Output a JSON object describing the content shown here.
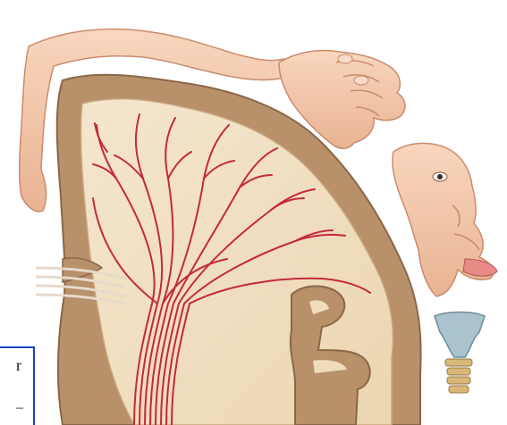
{
  "label_fragment": {
    "line1": "r",
    "line2": "–",
    "border_color": "#1f3fc4"
  },
  "colors": {
    "cortex_gray": "#b38a63",
    "white_matter": "#f3e4c9",
    "fibers": "#c4293a",
    "skin": "#f2c6a6",
    "larynx": "#a9c3cf"
  },
  "icons": [
    "arm-illustration",
    "hand-illustration",
    "face-illustration",
    "larynx-illustration",
    "brain-section-illustration"
  ]
}
